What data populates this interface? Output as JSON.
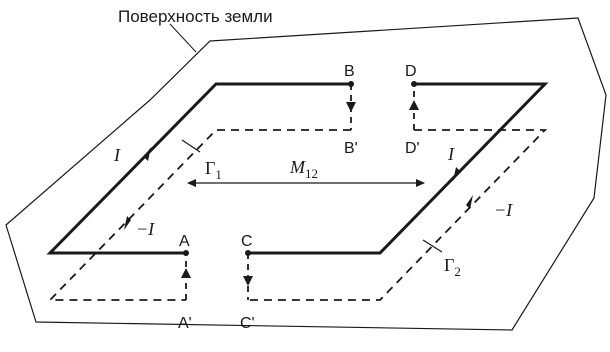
{
  "surface_label": "Поверхность земли",
  "points": {
    "A": "A",
    "A_prime": "A'",
    "B": "B",
    "B_prime": "B'",
    "C": "C",
    "C_prime": "C'",
    "D": "D",
    "D_prime": "D'"
  },
  "currents": {
    "upper_left": "I",
    "upper_right": "I",
    "lower_left": "−I",
    "lower_right": "−I"
  },
  "contours": {
    "gamma1_symbol": "Γ",
    "gamma1_sub": "1",
    "gamma2_symbol": "Γ",
    "gamma2_sub": "2"
  },
  "mutual": {
    "symbol": "M",
    "sub": "12"
  },
  "colors": {
    "line": "#1a1a1a",
    "background": "#ffffff"
  }
}
